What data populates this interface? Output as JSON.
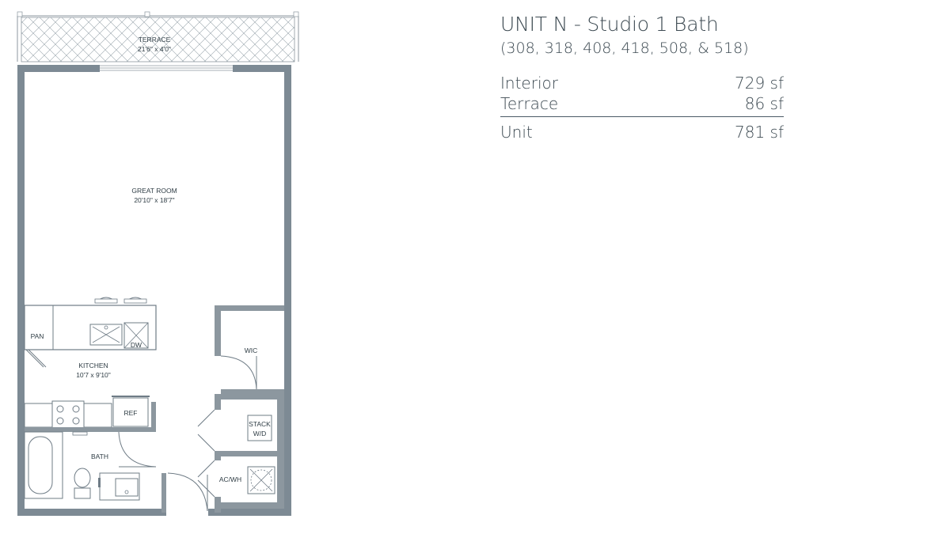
{
  "unit": {
    "title": "UNIT N - Studio 1 Bath",
    "subtitle": "(308, 318, 408, 418, 508, & 518)"
  },
  "areas": [
    {
      "label": "Interior",
      "value": "729 sf"
    },
    {
      "label": "Terrace",
      "value": "86 sf"
    }
  ],
  "total": {
    "label": "Unit",
    "value": "781 sf"
  },
  "rooms": {
    "terrace": {
      "name": "TERRACE",
      "dims": "21'6\" x 4'0\""
    },
    "great_room": {
      "name": "GREAT ROOM",
      "dims": "20'10\" x 18'7\""
    },
    "kitchen": {
      "name": "KITCHEN",
      "dims": "10'7 x 9'10\""
    },
    "pan": "PAN",
    "dw": "DW",
    "ref": "REF",
    "wic": "WIC",
    "bath": "BATH",
    "stack_1": "STACK",
    "stack_2": "W/D",
    "acwh": "AC/WH"
  },
  "colors": {
    "wall": "#7d8a94",
    "text": "#3d4a52"
  }
}
